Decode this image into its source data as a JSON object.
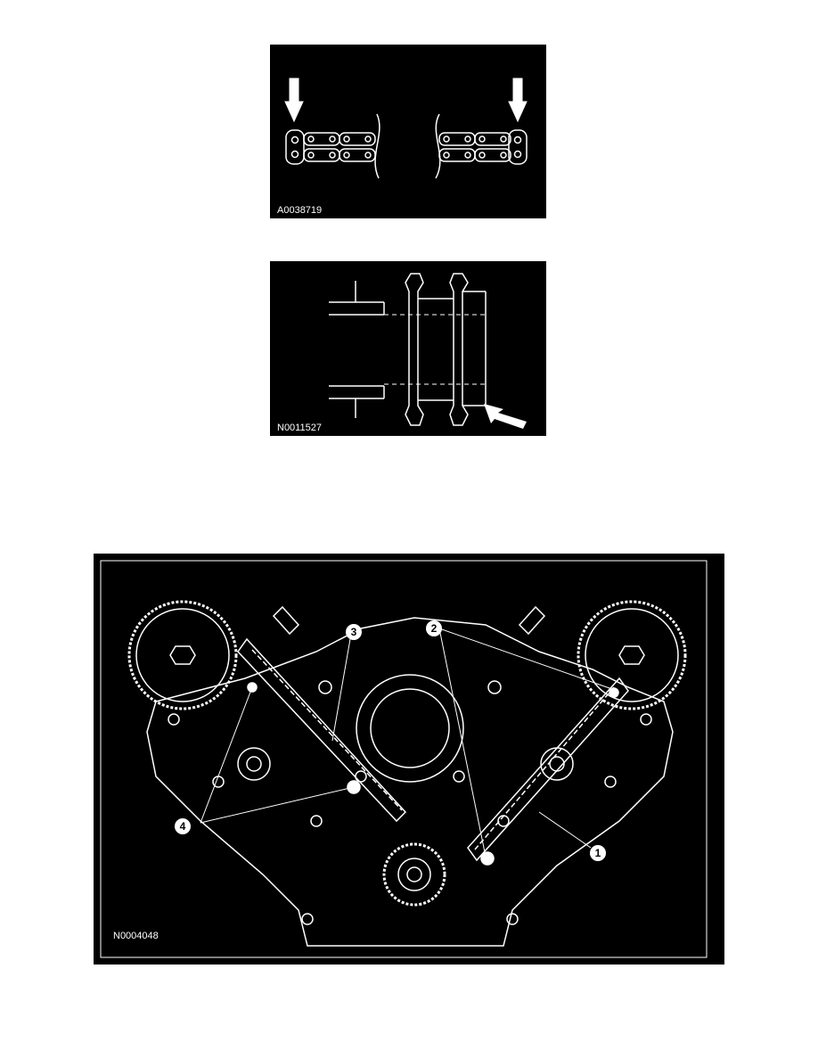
{
  "figures": [
    {
      "id": "fig1",
      "code": "A0038719",
      "subject": "timing chain links with arrows"
    },
    {
      "id": "fig2",
      "code": "N0011527",
      "subject": "sprocket profile with arrow"
    },
    {
      "id": "fig3",
      "code": "N0004048",
      "subject": "engine front timing components",
      "callouts": [
        "1",
        "2",
        "3",
        "4"
      ]
    }
  ],
  "colors": {
    "background": "#000000",
    "line": "#ffffff",
    "page": "#ffffff"
  }
}
